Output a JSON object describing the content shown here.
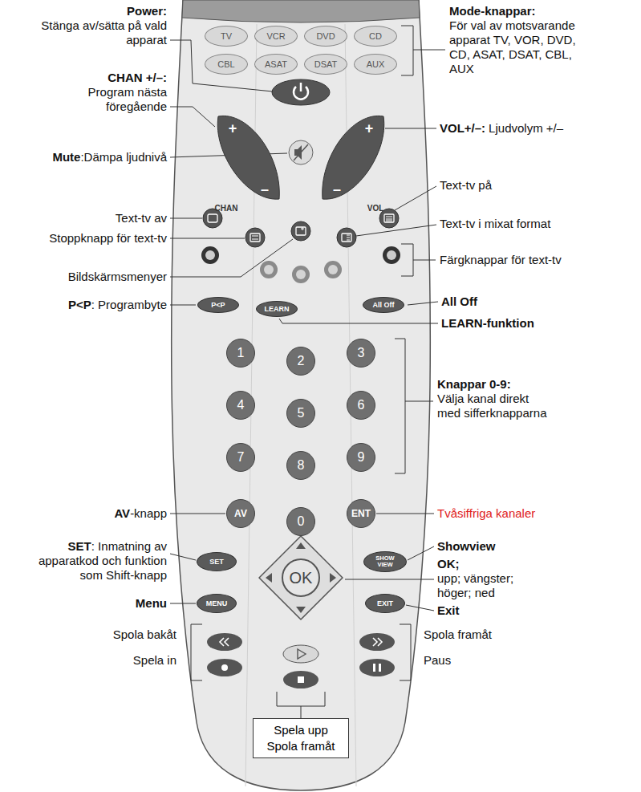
{
  "diagram": {
    "nodes": [
      {
        "text": [
          "TV"
        ]
      },
      {
        "text": [
          "VCR"
        ]
      },
      {
        "text": [
          "DVD"
        ]
      },
      {
        "text": [
          "CD"
        ]
      },
      {
        "text": [
          "CBL"
        ]
      },
      {
        "text": [
          "ASAT"
        ]
      },
      {
        "text": [
          "DSAT"
        ]
      },
      {
        "text": [
          "AUX"
        ]
      },
      {
        "text": [
          "+",
          "–",
          "CHAN"
        ]
      },
      {
        "text": [
          "+",
          "–",
          "VOL"
        ]
      },
      {
        "text": [
          "P<P"
        ]
      },
      {
        "text": [
          "LEARN"
        ]
      },
      {
        "text": [
          "All Off"
        ]
      },
      {
        "text": [
          "1"
        ]
      },
      {
        "text": [
          "2"
        ]
      },
      {
        "text": [
          "3"
        ]
      },
      {
        "text": [
          "4"
        ]
      },
      {
        "text": [
          "5"
        ]
      },
      {
        "text": [
          "6"
        ]
      },
      {
        "text": [
          "7"
        ]
      },
      {
        "text": [
          "8"
        ]
      },
      {
        "text": [
          "9"
        ]
      },
      {
        "text": [
          "AV"
        ]
      },
      {
        "text": [
          "0"
        ]
      },
      {
        "text": [
          "ENT"
        ]
      },
      {
        "text": [
          "SET"
        ]
      },
      {
        "text": [
          "SHOW VIEW"
        ]
      },
      {
        "text": [
          "OK"
        ]
      },
      {
        "text": [
          "MENU"
        ]
      },
      {
        "text": [
          "EXIT"
        ]
      },
      {
        "text": [
          "Spela upp",
          "Spola framåt"
        ]
      }
    ],
    "labels": [
      "Power:",
      "Stänga av/sätta på vald apparat",
      "CHAN +/–:",
      "Program nästa föregående",
      "Mute",
      ":Dämpa ljudnivå",
      "Text-tv av",
      "Stoppknapp för text-tv",
      "Bildskärmsmenyer",
      "P<P",
      ": Programbyte",
      "AV",
      "-knapp",
      "SET",
      ": Inmatning av apparatkod och funktion som Shift-knapp",
      "Menu",
      "Spola bakåt",
      "Spela in",
      "Mode-knappar:",
      "För val av motsvarande apparat TV, VOR, DVD, CD, ASAT, DSAT, CBL, AUX",
      "VOL+/–:",
      "Ljudvolym +/–",
      "Text-tv på",
      "Text-tv i mixat format",
      "Färgknappar för text-tv",
      "All Off",
      "LEARN-funktion",
      "Knappar 0-9:",
      "Välja kanal direkt med sifferknapparna",
      "Tvåsiffriga kanaler",
      "Showview",
      "OK;",
      "upp; vängster; höger; ned",
      "Exit",
      "Spola framåt",
      "Paus"
    ]
  }
}
